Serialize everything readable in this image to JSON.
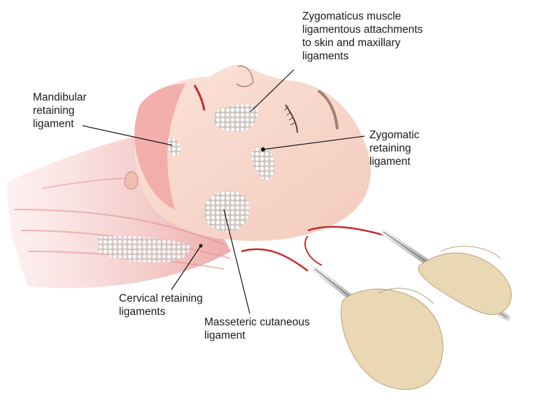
{
  "labels": {
    "zygomaticus": "Zygomaticus muscle\nligamentous attachments\nto skin and maxillary\nligaments",
    "mandibular": "Mandibular\nretaining\nligament",
    "zygomatic": "Zygomatic\nretaining\nligament",
    "cervical": "Cervical retaining\nligaments",
    "masseteric": "Masseteric cutaneous\nligament"
  },
  "colors": {
    "skin": "#f7d9cf",
    "muscle": "#eea7a5",
    "incision": "#c62828",
    "ligament": "#ffffff",
    "retractor_glove": "#ead7b4",
    "leader_line": "#111111"
  }
}
